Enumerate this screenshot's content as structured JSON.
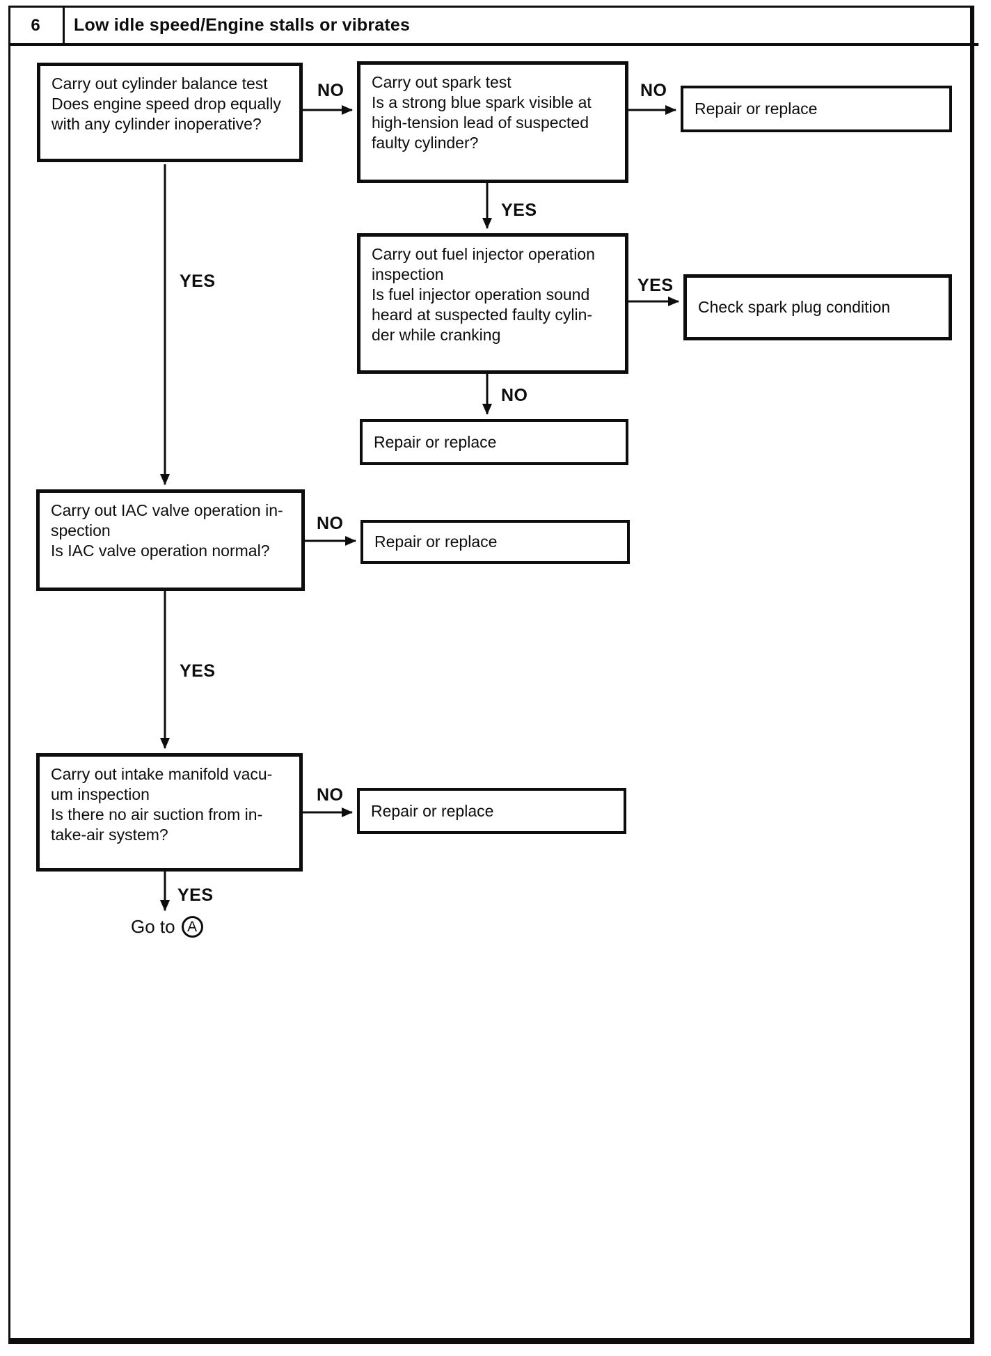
{
  "header": {
    "number": "6",
    "title": "Low idle speed/Engine stalls or vibrates"
  },
  "nodes": {
    "cylinder_balance": {
      "text": "Carry out cylinder balance test\nDoes engine speed drop equally\nwith any cylinder inoperative?"
    },
    "spark_test": {
      "text": "Carry out spark test\nIs a strong blue spark visible at\nhigh-tension lead of suspected\nfaulty cylinder?"
    },
    "repair_1": {
      "text": "Repair or replace"
    },
    "fuel_injector": {
      "text": "Carry out fuel injector operation\ninspection\nIs fuel injector operation sound\nheard at suspected faulty cylin-\nder while cranking"
    },
    "check_spark_plug": {
      "text": "Check spark plug condition"
    },
    "repair_2": {
      "text": "Repair or replace"
    },
    "iac_valve": {
      "text": "Carry out IAC valve operation in-\nspection\nIs IAC valve operation normal?"
    },
    "repair_3": {
      "text": "Repair or replace"
    },
    "vacuum": {
      "text": "Carry out intake manifold vacu-\num inspection\nIs there no air suction from in-\ntake-air system?"
    },
    "repair_4": {
      "text": "Repair or replace"
    }
  },
  "labels": {
    "yes": "YES",
    "no": "NO",
    "goto_prefix": "Go to",
    "goto_target": "A"
  },
  "colors": {
    "ink": "#0d0d0d",
    "paper": "#ffffff"
  }
}
